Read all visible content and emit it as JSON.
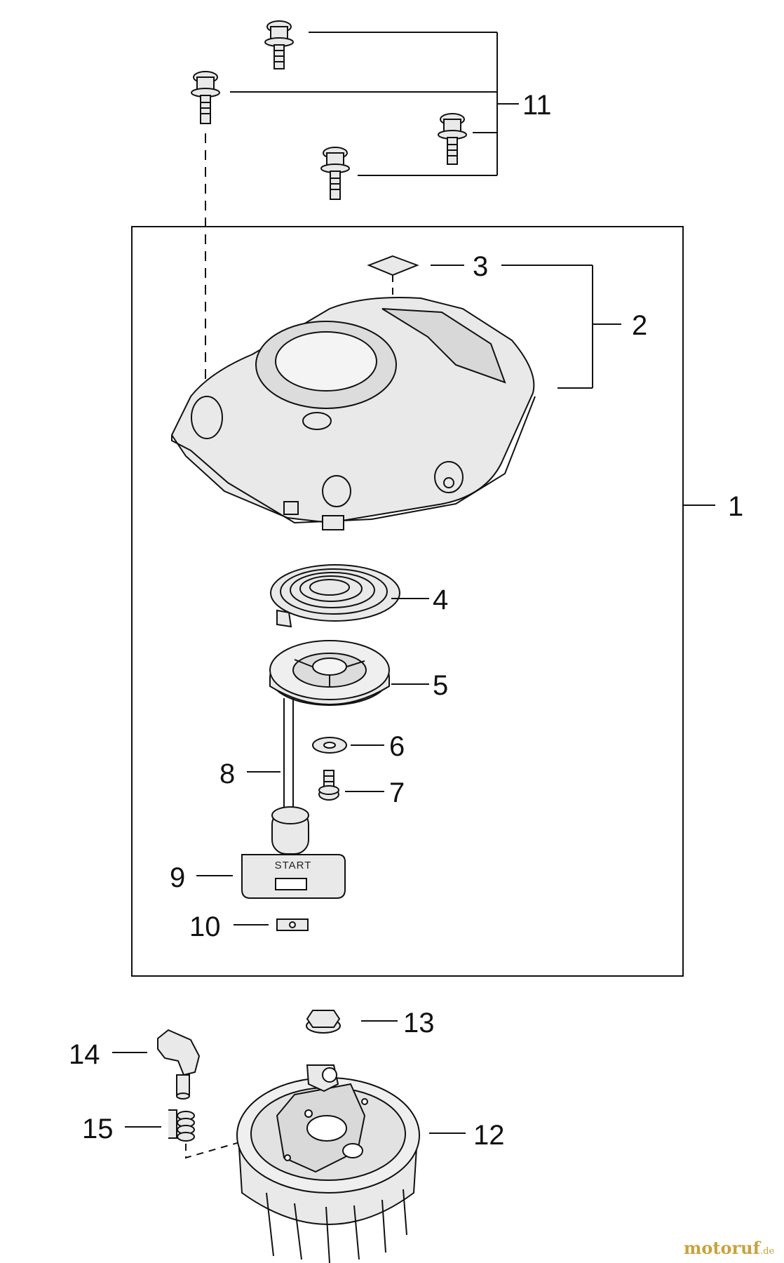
{
  "callouts": [
    {
      "id": "c1",
      "text": "1"
    },
    {
      "id": "c2",
      "text": "2"
    },
    {
      "id": "c3",
      "text": "3"
    },
    {
      "id": "c4",
      "text": "4"
    },
    {
      "id": "c5",
      "text": "5"
    },
    {
      "id": "c6",
      "text": "6"
    },
    {
      "id": "c7",
      "text": "7"
    },
    {
      "id": "c8",
      "text": "8"
    },
    {
      "id": "c9",
      "text": "9"
    },
    {
      "id": "c10",
      "text": "10"
    },
    {
      "id": "c11",
      "text": "11"
    },
    {
      "id": "c12",
      "text": "12"
    },
    {
      "id": "c13",
      "text": "13"
    },
    {
      "id": "c14",
      "text": "14"
    },
    {
      "id": "c15",
      "text": "15"
    }
  ],
  "handle_text": "START",
  "watermark": {
    "main": "motoruf",
    "suffix": ".de"
  },
  "colors": {
    "line": "#111111",
    "part_fill": "#e9e9e9",
    "watermark": "#c9a23a"
  }
}
